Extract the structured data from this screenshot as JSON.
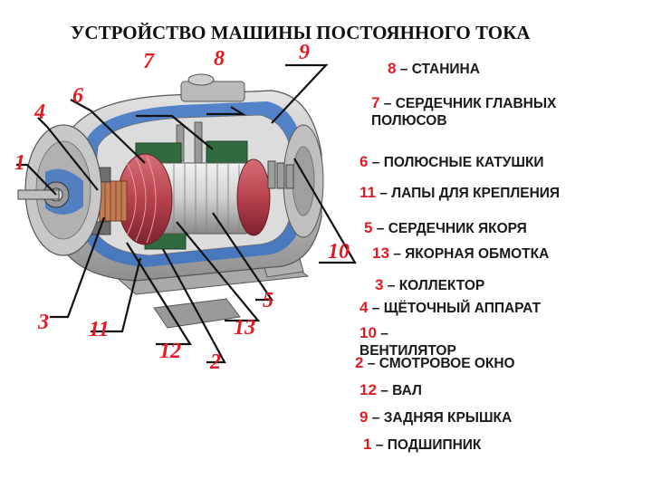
{
  "title": "УСТРОЙСТВО МАШИНЫ ПОСТОЯННОГО ТОКА",
  "colors": {
    "accent": "#e21b23",
    "casing": "#c9c9c9",
    "frame_blue": "#3a73c4",
    "winding": "#b8424c"
  },
  "callouts": [
    "7",
    "8",
    "9",
    "6",
    "4",
    "1",
    "10",
    "5",
    "3",
    "11",
    "13",
    "12",
    "2"
  ],
  "legend": [
    {
      "num": "8",
      "text": "– СТАНИНА"
    },
    {
      "num": "7",
      "text": "– СЕРДЕЧНИК ГЛАВНЫХ ПОЛЮСОВ"
    },
    {
      "num": "6",
      "text": "– ПОЛЮСНЫЕ КАТУШКИ"
    },
    {
      "num": "11",
      "text": "– ЛАПЫ ДЛЯ КРЕПЛЕНИЯ"
    },
    {
      "num": "5",
      "text": "– СЕРДЕЧНИК ЯКОРЯ"
    },
    {
      "num": "13",
      "text": "– ЯКОРНАЯ ОБМОТКА"
    },
    {
      "num": "3",
      "text": "– КОЛЛЕКТОР"
    },
    {
      "num": "4",
      "text": "– ЩЁТОЧНЫЙ АППАРАТ"
    },
    {
      "num": "10",
      "text": "– ВЕНТИЛЯТОР"
    },
    {
      "num": "2",
      "text": "– СМОТРОВОЕ ОКНО"
    },
    {
      "num": "12",
      "text": "– ВАЛ"
    },
    {
      "num": "9",
      "text": "– ЗАДНЯЯ КРЫШКА"
    },
    {
      "num": "1",
      "text": "– ПОДШИПНИК"
    }
  ]
}
